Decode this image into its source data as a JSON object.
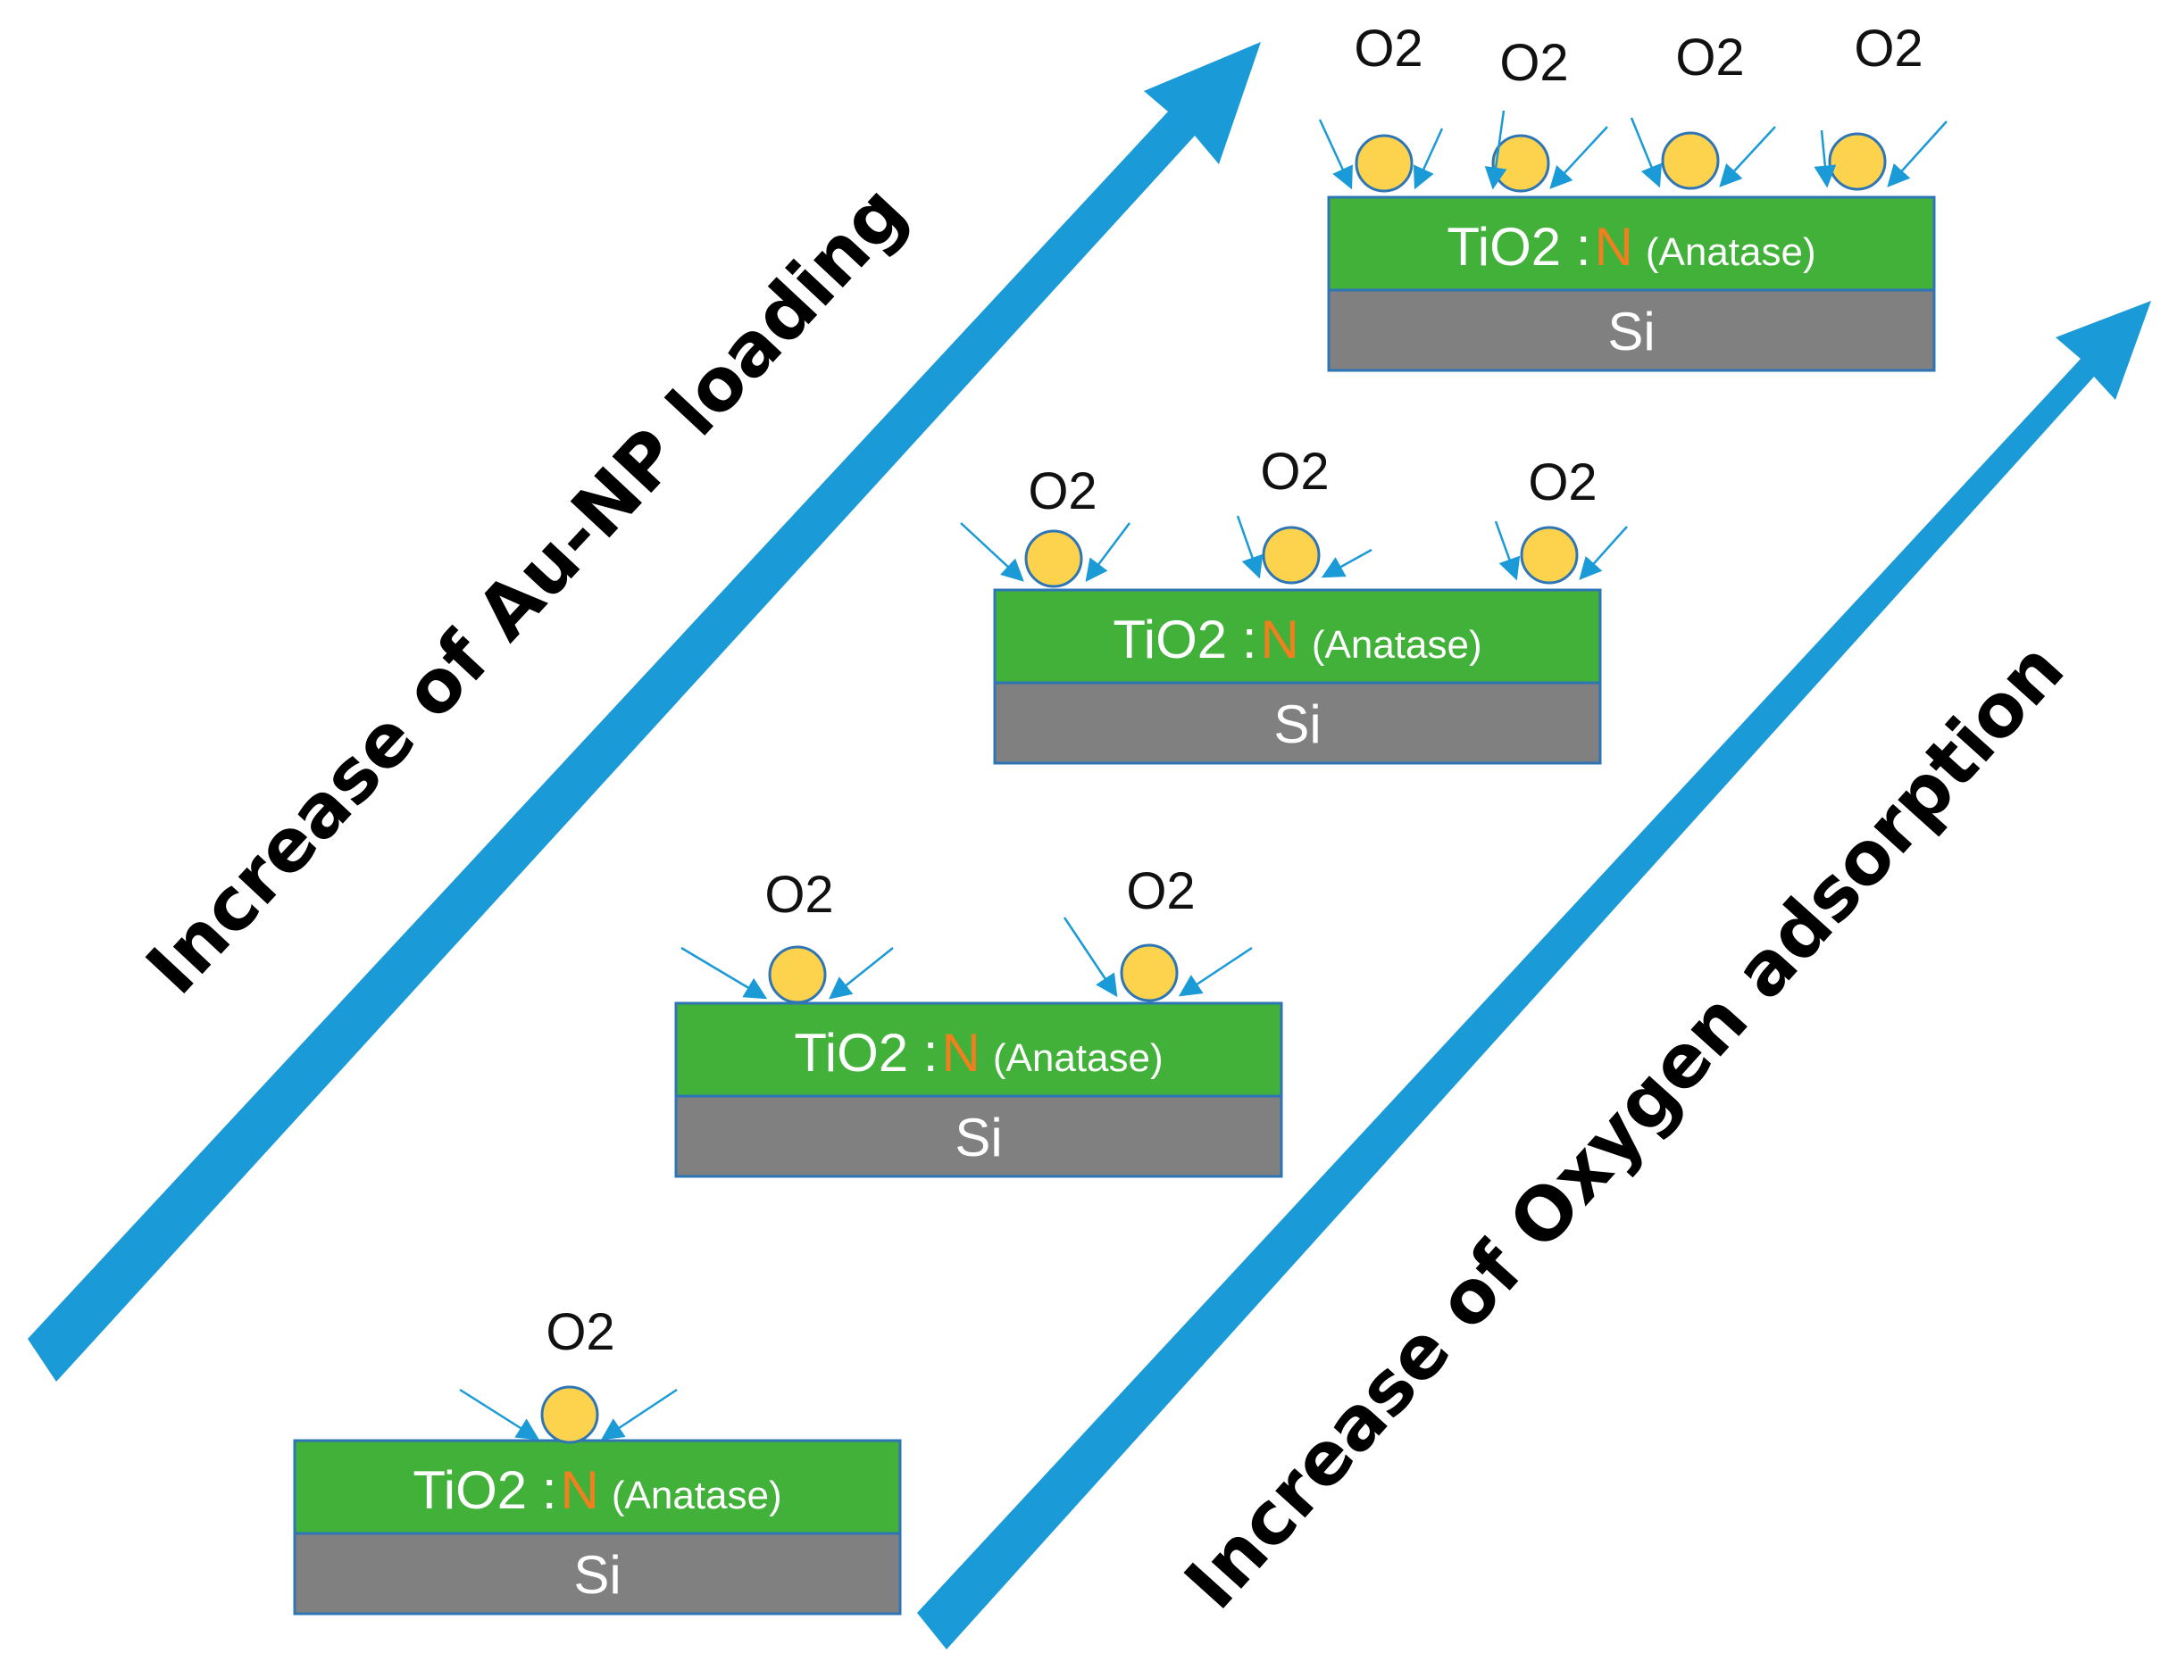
{
  "colors": {
    "arrow": "#1a9ad6",
    "film": "#41b13a",
    "substrate": "#808080",
    "nanoparticle": "#fdd24d",
    "dopant": "#f07f1f",
    "border": "#2e75b6"
  },
  "arrows": {
    "au_np": {
      "label": "Increase of Au-NP loading"
    },
    "oxygen": {
      "label": "Increase of Oxygen adsorption"
    }
  },
  "labels": {
    "oxygen_molecule": "O2",
    "film_formula": "TiO2 :",
    "dopant": "N",
    "phase": "(Anatase)",
    "substrate": "Si"
  },
  "samples": [
    {
      "nanoparticle_count": 1
    },
    {
      "nanoparticle_count": 2
    },
    {
      "nanoparticle_count": 3
    },
    {
      "nanoparticle_count": 4
    }
  ]
}
